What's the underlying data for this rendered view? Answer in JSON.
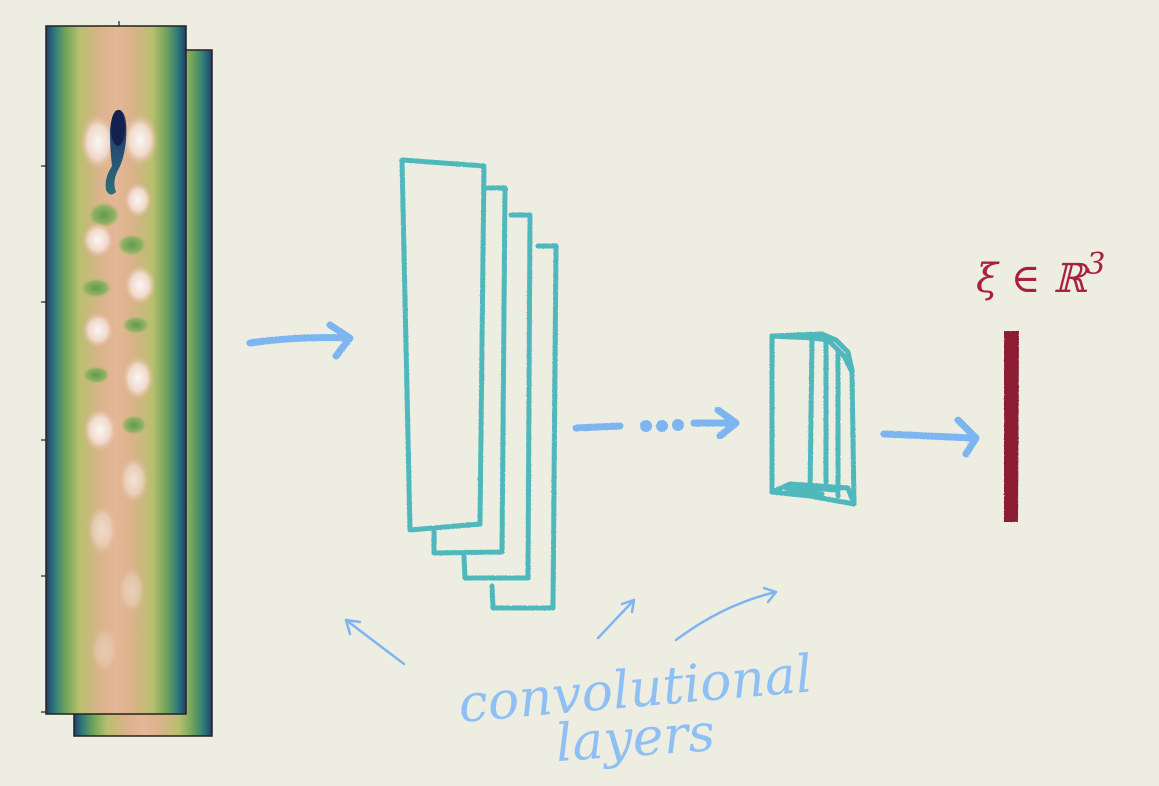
{
  "labels": {
    "output_symbol": "ξ ∈ ℝ",
    "output_exponent": "3",
    "conv_label_line1": "convolutional",
    "conv_label_line2": "layers"
  },
  "colors": {
    "background": "#eeede2",
    "layer_stroke": "#4fb8bd",
    "arrow": "#7db5f0",
    "output_vector": "#8b1a33",
    "output_label": "#a8223f"
  }
}
